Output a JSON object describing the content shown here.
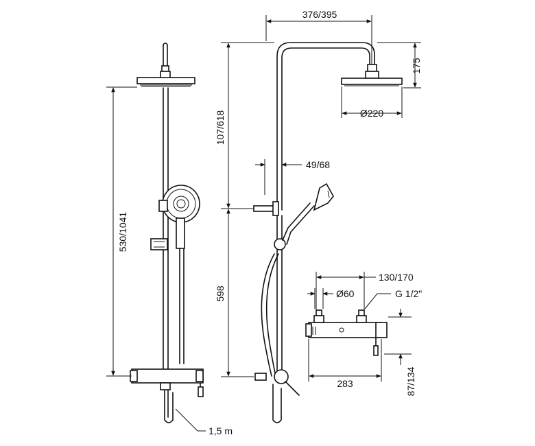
{
  "diagram": {
    "labels": {
      "total_height": "530/1041",
      "upper_height": "107/618",
      "lower_height": "598",
      "hose_length": "1,5 m",
      "arm_reach": "376/395",
      "head_drop": "175",
      "head_diameter": "Ø220",
      "rail_offset": "49/68",
      "inlet_spacing": "130/170",
      "inlet_diameter": "Ø60",
      "thread": "G 1/2\"",
      "mixer_width": "283",
      "mixer_depth": "87/134"
    }
  }
}
